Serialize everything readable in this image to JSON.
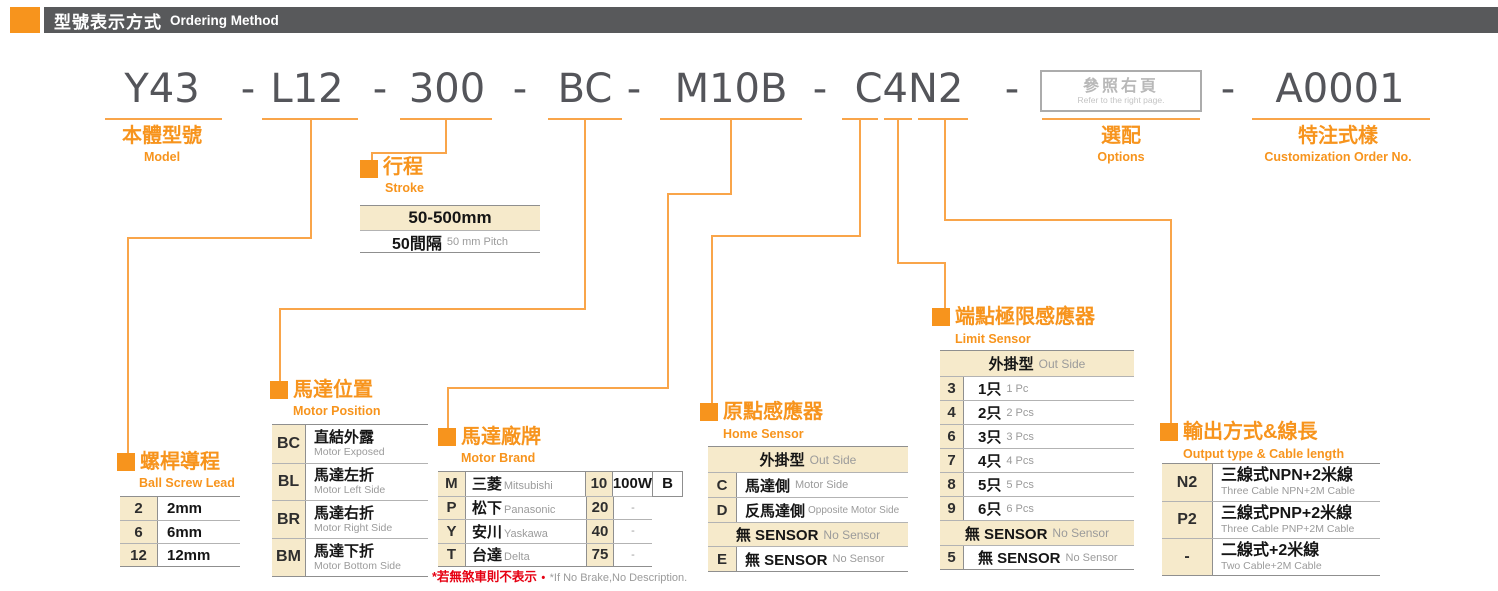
{
  "title": {
    "zh": "型號表示方式",
    "en": "Ordering Method"
  },
  "code": {
    "dash": "-",
    "model": "Y43",
    "lead": "L12",
    "stroke": "300",
    "motor_position": "BC",
    "motor_brand": "M10B",
    "sensors": "C4N2",
    "custom": "A0001",
    "options_box": {
      "zh": "參照右頁",
      "en": "Refer to the right page."
    }
  },
  "labels": {
    "model_zh": "本體型號",
    "model_en": "Model",
    "options_zh": "選配",
    "options_en": "Options",
    "custom_zh": "特注式樣",
    "custom_en": "Customization Order No."
  },
  "stroke": {
    "zh": "行程",
    "en": "Stroke",
    "range": "50-500mm",
    "pitch_zh": "50間隔",
    "pitch_en": "50 mm Pitch"
  },
  "lead": {
    "zh": "螺桿導程",
    "en": "Ball Screw Lead",
    "rows": [
      {
        "code": "2",
        "label": "2mm"
      },
      {
        "code": "6",
        "label": "6mm"
      },
      {
        "code": "12",
        "label": "12mm"
      }
    ]
  },
  "motor_position": {
    "zh": "馬達位置",
    "en": "Motor Position",
    "rows": [
      {
        "code": "BC",
        "zh": "直結外露",
        "en": "Motor Exposed"
      },
      {
        "code": "BL",
        "zh": "馬達左折",
        "en": "Motor Left Side"
      },
      {
        "code": "BR",
        "zh": "馬達右折",
        "en": "Motor Right Side"
      },
      {
        "code": "BM",
        "zh": "馬達下折",
        "en": "Motor Bottom Side"
      }
    ]
  },
  "motor_brand": {
    "zh": "馬達廠牌",
    "en": "Motor Brand",
    "rows": [
      {
        "code": "M",
        "zh": "三菱",
        "en": "Mitsubishi",
        "num": "10",
        "power": "100W",
        "brake": "B"
      },
      {
        "code": "P",
        "zh": "松下",
        "en": "Panasonic",
        "num": "20",
        "power": "-"
      },
      {
        "code": "Y",
        "zh": "安川",
        "en": "Yaskawa",
        "num": "40",
        "power": "-"
      },
      {
        "code": "T",
        "zh": "台達",
        "en": "Delta",
        "num": "75",
        "power": "-"
      }
    ],
    "footnote_zh": "*若無煞車則不表示",
    "footnote_sep": "•",
    "footnote_en": "*If No Brake,No Description."
  },
  "home_sensor": {
    "zh": "原點感應器",
    "en": "Home Sensor",
    "header_zh": "外掛型",
    "header_en": "Out Side",
    "rows": [
      {
        "code": "C",
        "zh": "馬達側",
        "en": "Motor Side"
      },
      {
        "code": "D",
        "zh": "反馬達側",
        "en": "Opposite Motor Side"
      }
    ],
    "mid_zh": "無 SENSOR",
    "mid_en": "No Sensor",
    "tail": {
      "code": "E",
      "zh": "無 SENSOR",
      "en": "No Sensor"
    }
  },
  "limit_sensor": {
    "zh": "端點極限感應器",
    "en": "Limit Sensor",
    "header_zh": "外掛型",
    "header_en": "Out Side",
    "rows": [
      {
        "code": "3",
        "zh": "1只",
        "en": "1 Pc"
      },
      {
        "code": "4",
        "zh": "2只",
        "en": "2 Pcs"
      },
      {
        "code": "6",
        "zh": "3只",
        "en": "3 Pcs"
      },
      {
        "code": "7",
        "zh": "4只",
        "en": "4 Pcs"
      },
      {
        "code": "8",
        "zh": "5只",
        "en": "5 Pcs"
      },
      {
        "code": "9",
        "zh": "6只",
        "en": "6 Pcs"
      }
    ],
    "mid_zh": "無 SENSOR",
    "mid_en": "No Sensor",
    "tail": {
      "code": "5",
      "zh": "無 SENSOR",
      "en": "No Sensor"
    }
  },
  "output": {
    "zh": "輸出方式&線長",
    "en": "Output type & Cable length",
    "rows": [
      {
        "code": "N2",
        "zh": "三線式NPN+2米線",
        "en": "Three Cable NPN+2M Cable"
      },
      {
        "code": "P2",
        "zh": "三線式PNP+2米線",
        "en": "Three Cable PNP+2M Cable"
      },
      {
        "code": "-",
        "zh": "二線式+2米線",
        "en": "Two Cable+2M Cable"
      }
    ]
  },
  "colors": {
    "orange": "#F7941D",
    "line_orange": "#F9A54A",
    "bar_gray": "#58595B",
    "beige": "#F6EACB",
    "code_text": "#54555A",
    "red": "#E60012",
    "sub_gray": "#9B9B9B"
  }
}
